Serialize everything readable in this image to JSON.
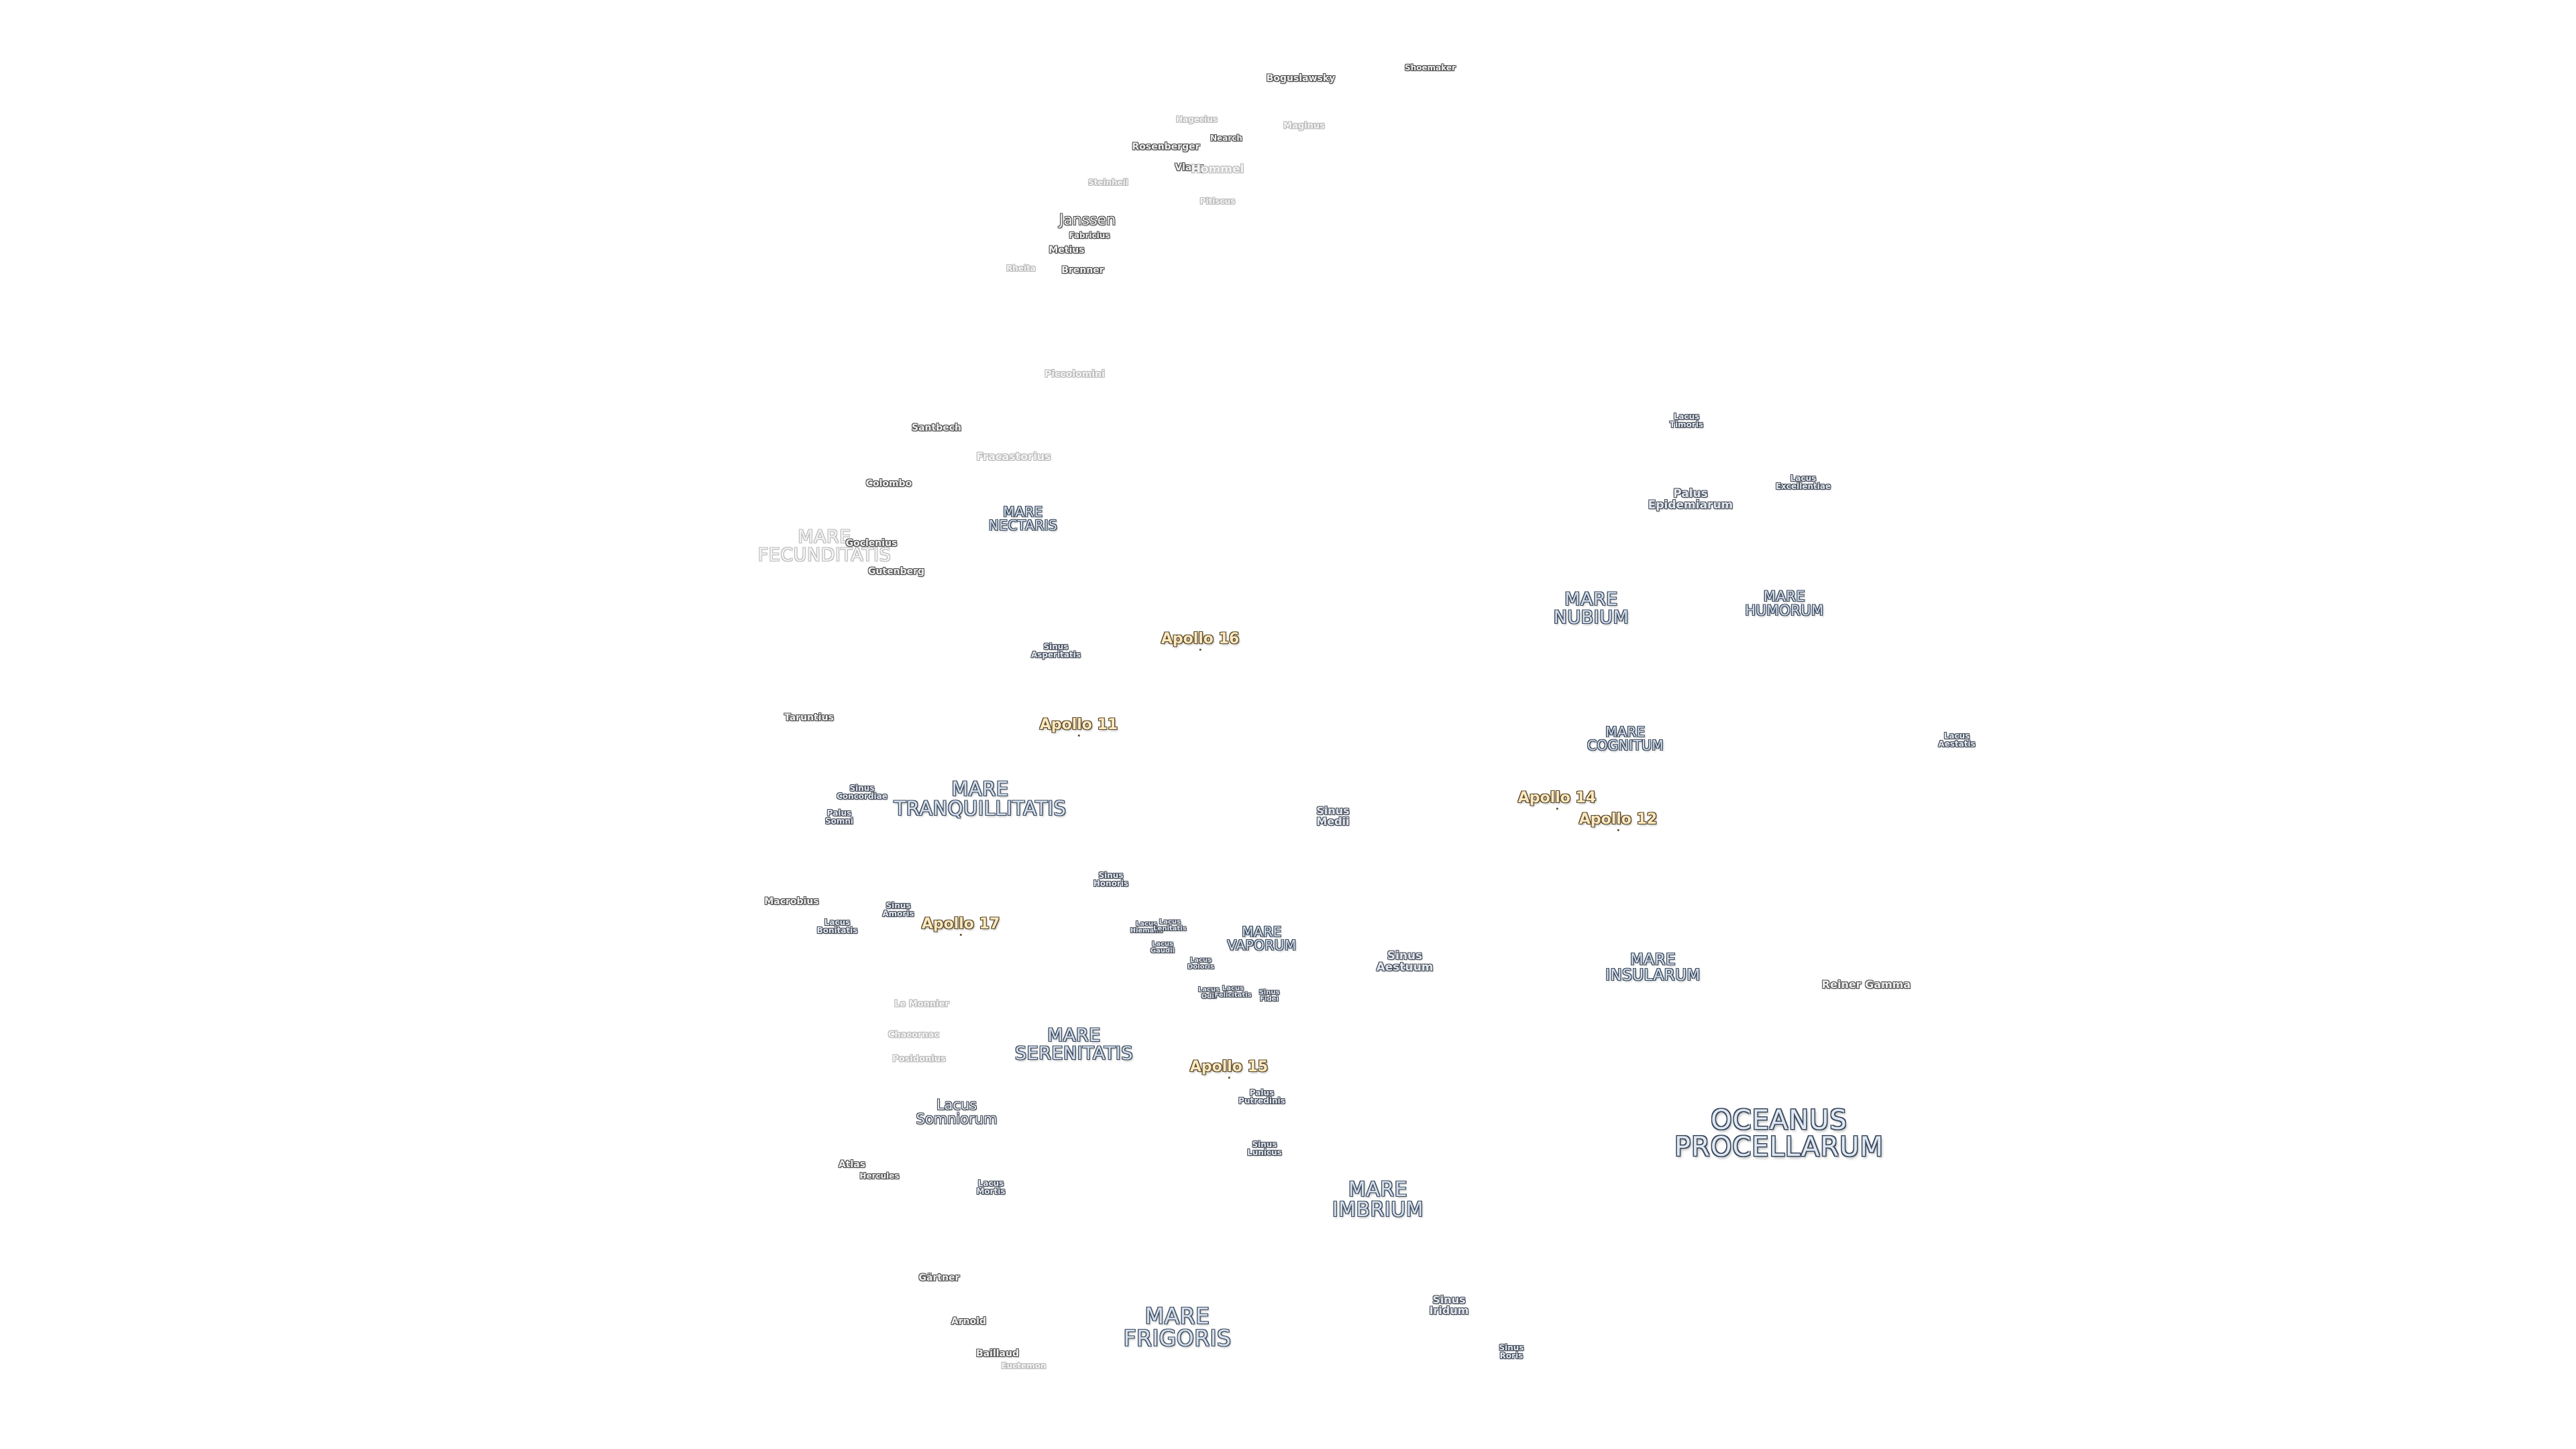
{
  "map": {
    "maria": [
      {
        "id": "oceanus-procellarum",
        "label": "OCEANUS\nPROCELLARUM",
        "kind": "ocean"
      },
      {
        "id": "mare-fecunditatis",
        "label": "MARE\nFECUNDITATIS",
        "kind": "mare-faint"
      },
      {
        "id": "mare-nectaris",
        "label": "MARE\nNECTARIS",
        "kind": "mare-small"
      },
      {
        "id": "mare-nubium",
        "label": "MARE\nNUBIUM",
        "kind": "mare"
      },
      {
        "id": "mare-humorum",
        "label": "MARE\nHUMORUM",
        "kind": "mare-small"
      },
      {
        "id": "mare-cognitum",
        "label": "MARE\nCOGNITUM",
        "kind": "mare-small"
      },
      {
        "id": "mare-tranquillitatis",
        "label": "MARE\nTRANQUILLITATIS",
        "kind": "mare"
      },
      {
        "id": "mare-vaporum",
        "label": "MARE\nVAPORUM",
        "kind": "mare-small"
      },
      {
        "id": "mare-insularum",
        "label": "MARE\nINSULARUM",
        "kind": "mare-small"
      },
      {
        "id": "mare-serenitatis",
        "label": "MARE\nSERENITATIS",
        "kind": "mare"
      },
      {
        "id": "mare-imbrium",
        "label": "MARE\nIMBRIUM",
        "kind": "mare"
      },
      {
        "id": "mare-frigoris",
        "label": "MARE\nFRIGORIS",
        "kind": "mare-large"
      }
    ],
    "features": [
      {
        "id": "lacus-timoris",
        "label": "Lacus\nTimoris",
        "kind": "small"
      },
      {
        "id": "palus-epidemiarum",
        "label": "Palus\nEpidemiarum",
        "kind": "normal"
      },
      {
        "id": "lacus-excellentiae",
        "label": "Lacus\nExcellentiae",
        "kind": "small"
      },
      {
        "id": "sinus-asperitatis",
        "label": "Sinus\nAsperitatis",
        "kind": "small"
      },
      {
        "id": "lacus-aestatis",
        "label": "Lacus\nAestatis",
        "kind": "small"
      },
      {
        "id": "sinus-concordiae",
        "label": "Sinus\nConcordiae",
        "kind": "small"
      },
      {
        "id": "palus-somni",
        "label": "Palus\nSomni",
        "kind": "small"
      },
      {
        "id": "sinus-medii",
        "label": "Sinus\nMedii",
        "kind": "normal"
      },
      {
        "id": "sinus-honoris",
        "label": "Sinus\nHonoris",
        "kind": "small"
      },
      {
        "id": "sinus-amoris",
        "label": "Sinus\nAmoris",
        "kind": "small"
      },
      {
        "id": "lacus-bonitatis",
        "label": "Lacus\nBonitatis",
        "kind": "small"
      },
      {
        "id": "lacus-hiemalis",
        "label": "Lacus\nHiemalis",
        "kind": "small"
      },
      {
        "id": "lacus-lenitatis",
        "label": "Lacus\nLenitatis",
        "kind": "small"
      },
      {
        "id": "lacus-gaudii",
        "label": "Lacus\nGaudii",
        "kind": "small"
      },
      {
        "id": "lacus-doloris",
        "label": "Lacus\nDoloris",
        "kind": "small"
      },
      {
        "id": "lacus-odii",
        "label": "Lacus\nOdii",
        "kind": "small"
      },
      {
        "id": "lacus-felicitatis",
        "label": "Lacus\nFelicitatis",
        "kind": "small"
      },
      {
        "id": "sinus-fidei",
        "label": "Sinus\nFidei",
        "kind": "small"
      },
      {
        "id": "sinus-aestuum",
        "label": "Sinus\nAestuum",
        "kind": "normal"
      },
      {
        "id": "lacus-somniorum",
        "label": "Lacus\nSomniorum",
        "kind": "med"
      },
      {
        "id": "palus-putredinis",
        "label": "Palus\nPutredinis",
        "kind": "small"
      },
      {
        "id": "sinus-lunicus",
        "label": "Sinus\nLunicus",
        "kind": "small"
      },
      {
        "id": "lacus-mortis",
        "label": "Lacus\nMortis",
        "kind": "small"
      },
      {
        "id": "sinus-iridum",
        "label": "Sinus\nIridum",
        "kind": "normal"
      },
      {
        "id": "sinus-roris",
        "label": "Sinus\nRoris",
        "kind": "small"
      }
    ],
    "craters": [
      {
        "id": "boguslawsky",
        "label": "Boguslawsky",
        "kind": "normal"
      },
      {
        "id": "shoemaker",
        "label": "Shoemaker",
        "kind": "normal"
      },
      {
        "id": "hagecius",
        "label": "Hagecius",
        "kind": "faint"
      },
      {
        "id": "nearch",
        "label": "Nearch",
        "kind": "normal"
      },
      {
        "id": "rosenberger",
        "label": "Rosenberger",
        "kind": "normal"
      },
      {
        "id": "maginus",
        "label": "Maginus",
        "kind": "faint"
      },
      {
        "id": "vlacq",
        "label": "Vlacq",
        "kind": "normal"
      },
      {
        "id": "hommel",
        "label": "Hommel",
        "kind": "faint"
      },
      {
        "id": "steinheil",
        "label": "Steinheil",
        "kind": "faint"
      },
      {
        "id": "pitiscus",
        "label": "Pitiscus",
        "kind": "faint"
      },
      {
        "id": "janssen",
        "label": "Janssen",
        "kind": "big"
      },
      {
        "id": "fabricius",
        "label": "Fabricius",
        "kind": "normal"
      },
      {
        "id": "metius",
        "label": "Metius",
        "kind": "normal"
      },
      {
        "id": "rheita",
        "label": "Rheita",
        "kind": "faint"
      },
      {
        "id": "brenner",
        "label": "Brenner",
        "kind": "normal"
      },
      {
        "id": "piccolomini",
        "label": "Piccolomini",
        "kind": "faint"
      },
      {
        "id": "santbech",
        "label": "Santbech",
        "kind": "normal"
      },
      {
        "id": "fracastorius",
        "label": "Fracastorius",
        "kind": "faint"
      },
      {
        "id": "colombo",
        "label": "Colombo",
        "kind": "normal"
      },
      {
        "id": "goclenius",
        "label": "Goclenius",
        "kind": "normal"
      },
      {
        "id": "gutenberg",
        "label": "Gutenberg",
        "kind": "normal"
      },
      {
        "id": "taruntius",
        "label": "Taruntius",
        "kind": "normal"
      },
      {
        "id": "macrobius",
        "label": "Macrobius",
        "kind": "normal"
      },
      {
        "id": "le-monnier",
        "label": "Le Monnier",
        "kind": "faint"
      },
      {
        "id": "chacornac",
        "label": "Chacornac",
        "kind": "faint"
      },
      {
        "id": "posidonius",
        "label": "Posidonius",
        "kind": "faint"
      },
      {
        "id": "atlas",
        "label": "Atlas",
        "kind": "normal"
      },
      {
        "id": "hercules",
        "label": "Hercules",
        "kind": "normal"
      },
      {
        "id": "reiner-gamma",
        "label": "Reiner Gamma",
        "kind": "normal"
      },
      {
        "id": "gartner",
        "label": "Gärtner",
        "kind": "normal"
      },
      {
        "id": "arnold",
        "label": "Arnold",
        "kind": "normal"
      },
      {
        "id": "baillaud",
        "label": "Baillaud",
        "kind": "normal"
      },
      {
        "id": "euctemon",
        "label": "Euctemon",
        "kind": "faint"
      }
    ],
    "landing_sites": [
      {
        "id": "apollo-16",
        "label": "Apollo 16"
      },
      {
        "id": "apollo-11",
        "label": "Apollo 11"
      },
      {
        "id": "apollo-14",
        "label": "Apollo 14"
      },
      {
        "id": "apollo-12",
        "label": "Apollo 12"
      },
      {
        "id": "apollo-17",
        "label": "Apollo 17"
      },
      {
        "id": "apollo-15",
        "label": "Apollo 15"
      }
    ]
  }
}
